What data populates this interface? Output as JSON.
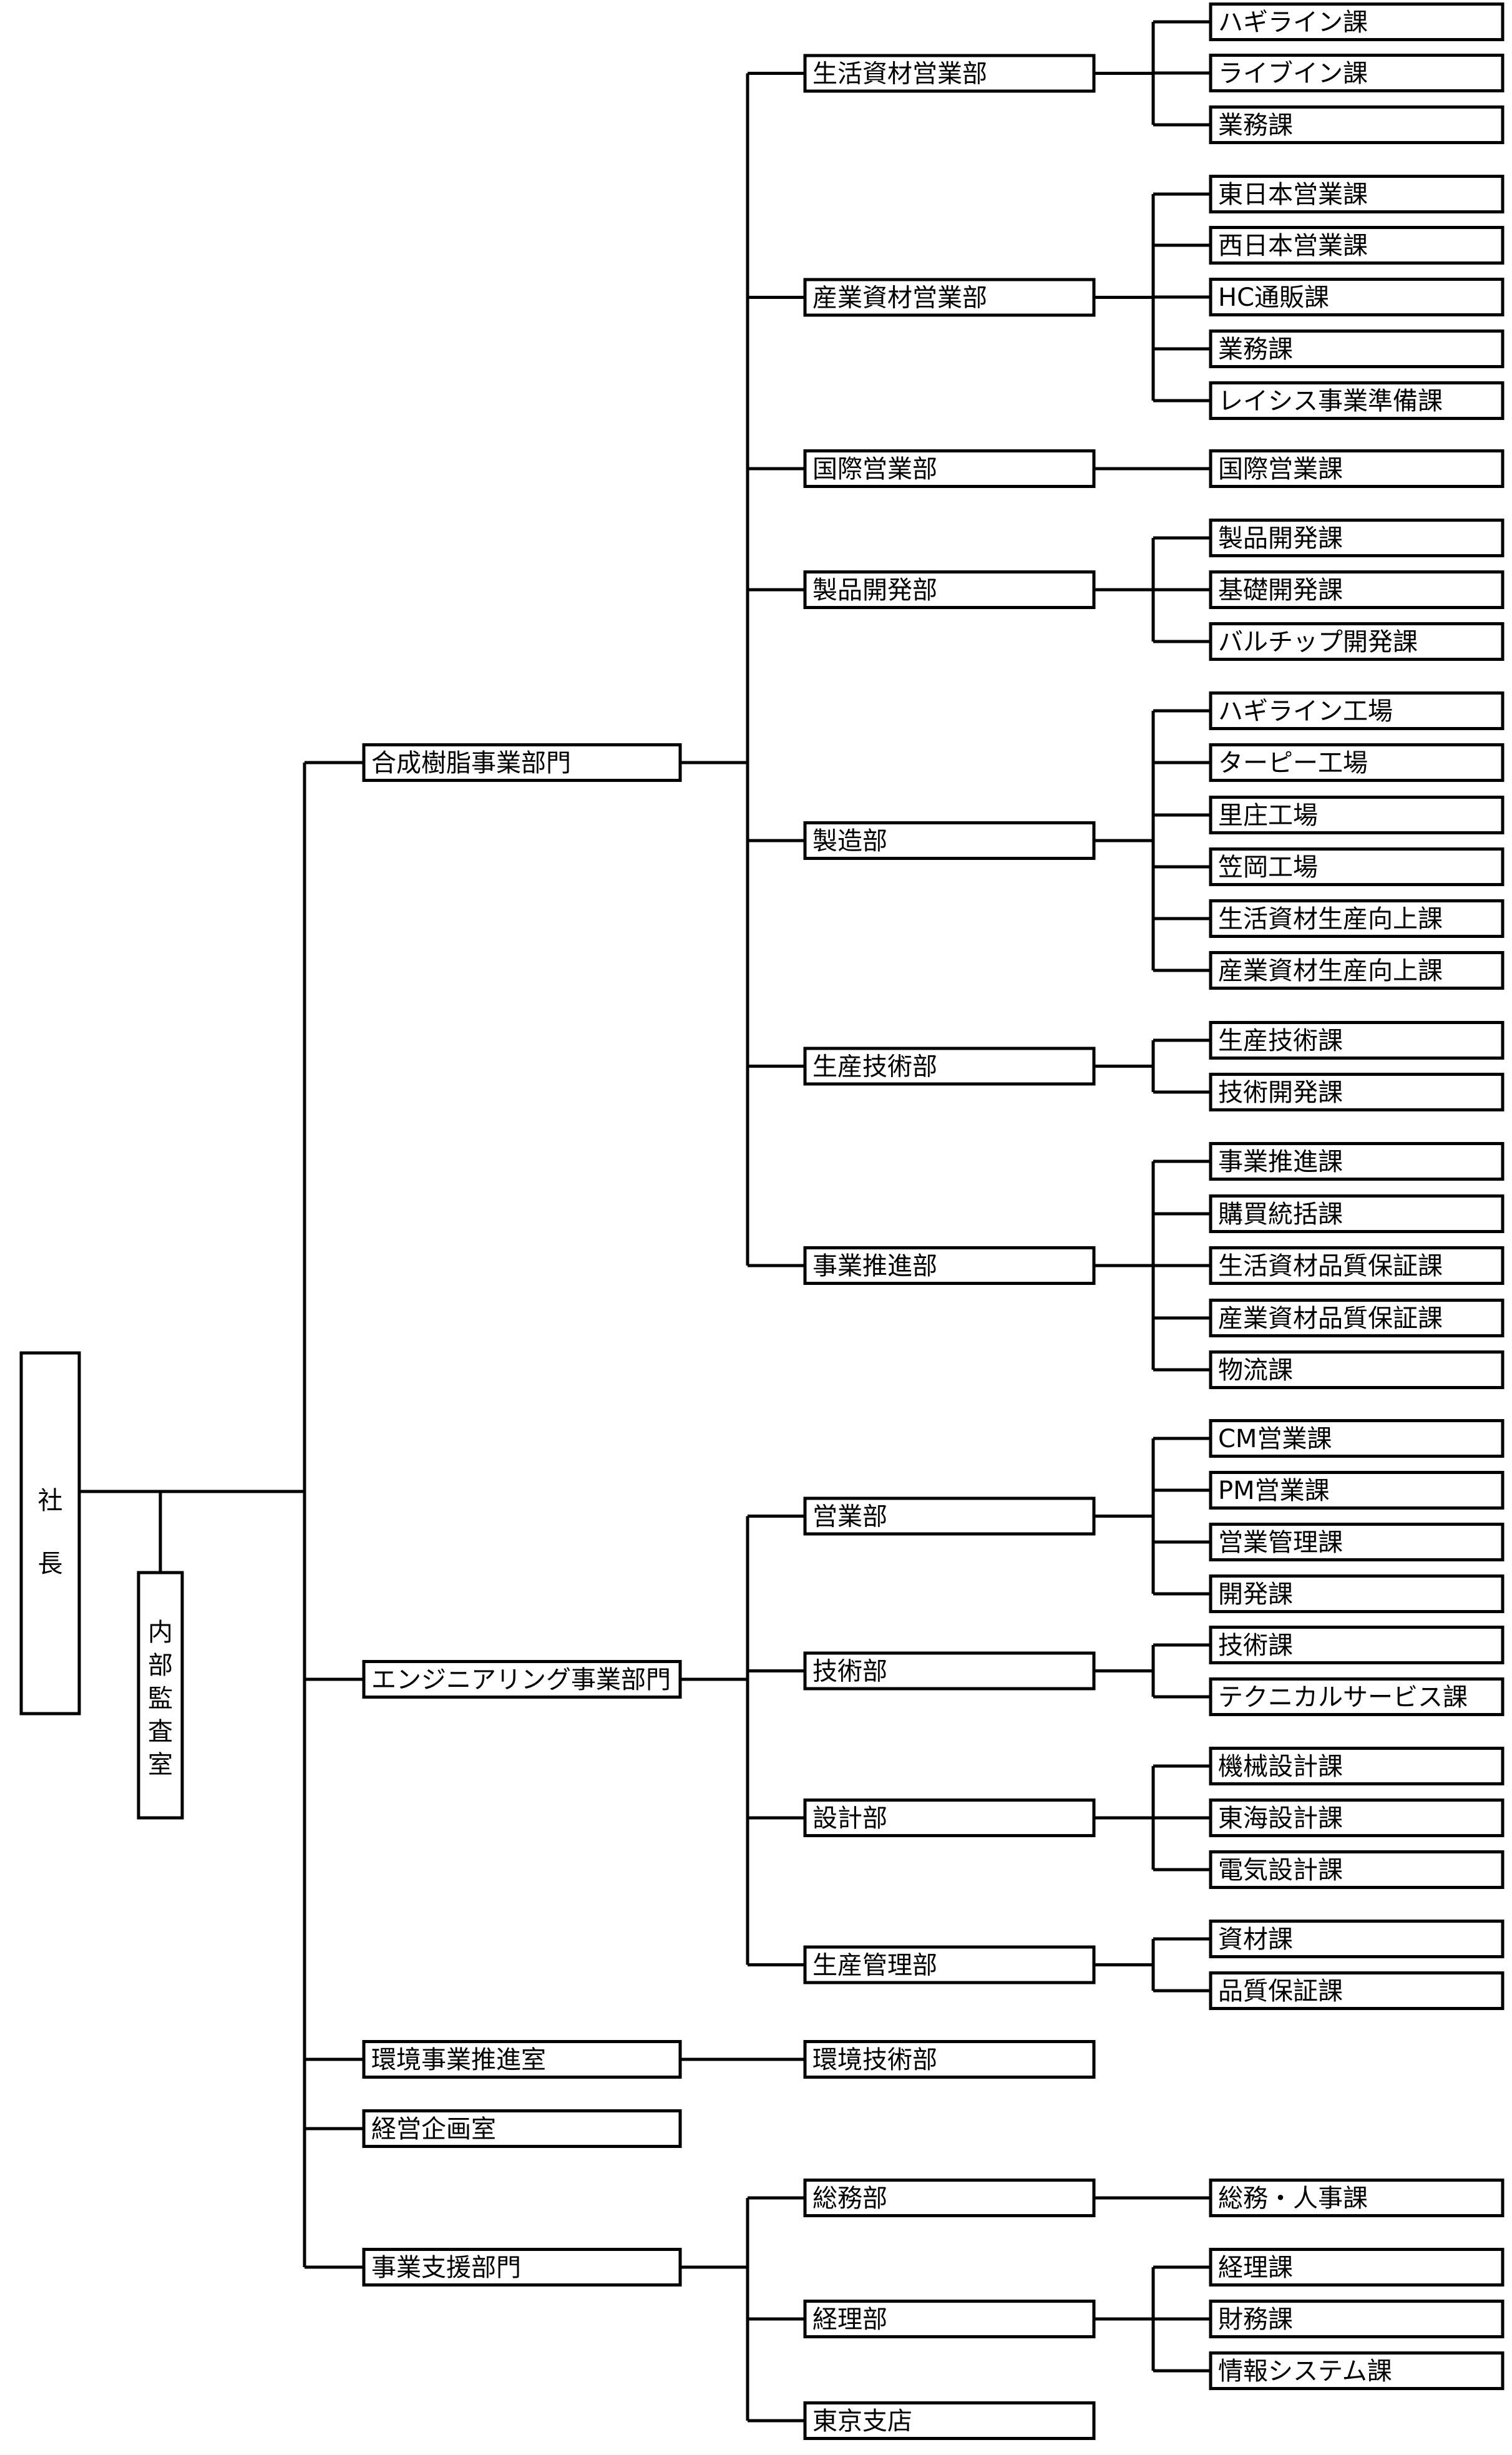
{
  "president": {
    "chars": [
      "社",
      "長"
    ]
  },
  "audit": {
    "chars": [
      "内",
      "部",
      "監",
      "査",
      "室"
    ]
  },
  "divisions": [
    {
      "label": "合成樹脂事業部門",
      "departments": [
        {
          "label": "生活資材営業部",
          "sections": [
            "ハギライン課",
            "ライブイン課",
            "業務課"
          ]
        },
        {
          "label": "産業資材営業部",
          "sections": [
            "東日本営業課",
            "西日本営業課",
            "HC通販課",
            "業務課",
            "レイシス事業準備課"
          ]
        },
        {
          "label": "国際営業部",
          "sections": [
            "国際営業課"
          ]
        },
        {
          "label": "製品開発部",
          "sections": [
            "製品開発課",
            "基礎開発課",
            "バルチップ開発課"
          ]
        },
        {
          "label": "製造部",
          "sections": [
            "ハギライン工場",
            "ターピー工場",
            "里庄工場",
            "笠岡工場",
            "生活資材生産向上課",
            "産業資材生産向上課"
          ]
        },
        {
          "label": "生産技術部",
          "sections": [
            "生産技術課",
            "技術開発課"
          ]
        },
        {
          "label": "事業推進部",
          "sections": [
            "事業推進課",
            "購買統括課",
            "生活資材品質保証課",
            "産業資材品質保証課",
            "物流課"
          ]
        }
      ]
    },
    {
      "label": "エンジニアリング事業部門",
      "departments": [
        {
          "label": "営業部",
          "sections": [
            "CM営業課",
            "PM営業課",
            "営業管理課",
            "開発課"
          ]
        },
        {
          "label": "技術部",
          "sections": [
            "技術課",
            "テクニカルサービス課"
          ]
        },
        {
          "label": "設計部",
          "sections": [
            "機械設計課",
            "東海設計課",
            "電気設計課"
          ]
        },
        {
          "label": "生産管理部",
          "sections": [
            "資材課",
            "品質保証課"
          ]
        }
      ]
    },
    {
      "label": "環境事業推進室",
      "departments": [
        {
          "label": "環境技術部",
          "sections": []
        }
      ]
    },
    {
      "label": "経営企画室",
      "departments": []
    },
    {
      "label": "事業支援部門",
      "departments": [
        {
          "label": "総務部",
          "sections": [
            "総務・人事課"
          ]
        },
        {
          "label": "経理部",
          "sections": [
            "経理課",
            "財務課",
            "情報システム課"
          ]
        },
        {
          "label": "東京支店",
          "sections": []
        }
      ]
    }
  ]
}
